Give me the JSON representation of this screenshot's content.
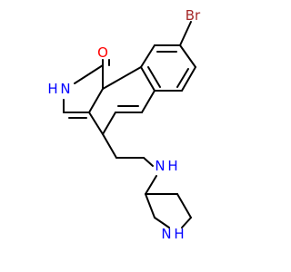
{
  "molecule": {
    "atoms": [
      {
        "id": "br",
        "label": "Br",
        "color": "#a62929"
      },
      {
        "id": "o",
        "label": "O",
        "color": "#ff0000"
      },
      {
        "id": "nh-lactam",
        "label": "N",
        "h": "H",
        "color": "#0000ff"
      },
      {
        "id": "nh-amine",
        "label": "N",
        "h": "H",
        "color": "#0000ff"
      },
      {
        "id": "nh-pyrrolidine",
        "label": "N",
        "h": "H",
        "color": "#0000ff"
      }
    ]
  }
}
